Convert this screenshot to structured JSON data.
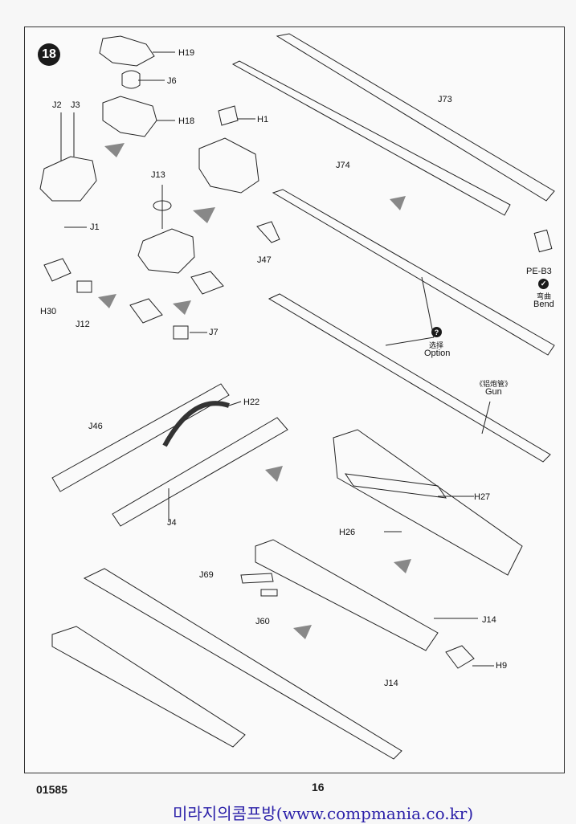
{
  "step": {
    "number": "18"
  },
  "labels": {
    "h19": "H19",
    "j6": "J6",
    "j2": "J2",
    "j3": "J3",
    "h18": "H18",
    "h1": "H1",
    "j73": "J73",
    "j74": "J74",
    "j13": "J13",
    "j1": "J1",
    "h30": "H30",
    "j12": "J12",
    "j7": "J7",
    "j47": "J47",
    "pe_b3": "PE-B3",
    "bend_cn": "弯曲",
    "bend_en": "Bend",
    "option_cn": "选择",
    "option_en": "Option",
    "gun_cn": "《铝炮管》",
    "gun_en": "Gun",
    "h22": "H22",
    "j46": "J46",
    "j4": "J4",
    "h27": "H27",
    "h26": "H26",
    "j69": "J69",
    "j60": "J60",
    "j14a": "J14",
    "j14b": "J14",
    "h9": "H9"
  },
  "icons": {
    "option": "question-icon",
    "bend": "bend-icon"
  },
  "footer": {
    "code": "01585",
    "page": "16",
    "watermark": "미라지의콤프방(www.compmania.co.kr)"
  }
}
